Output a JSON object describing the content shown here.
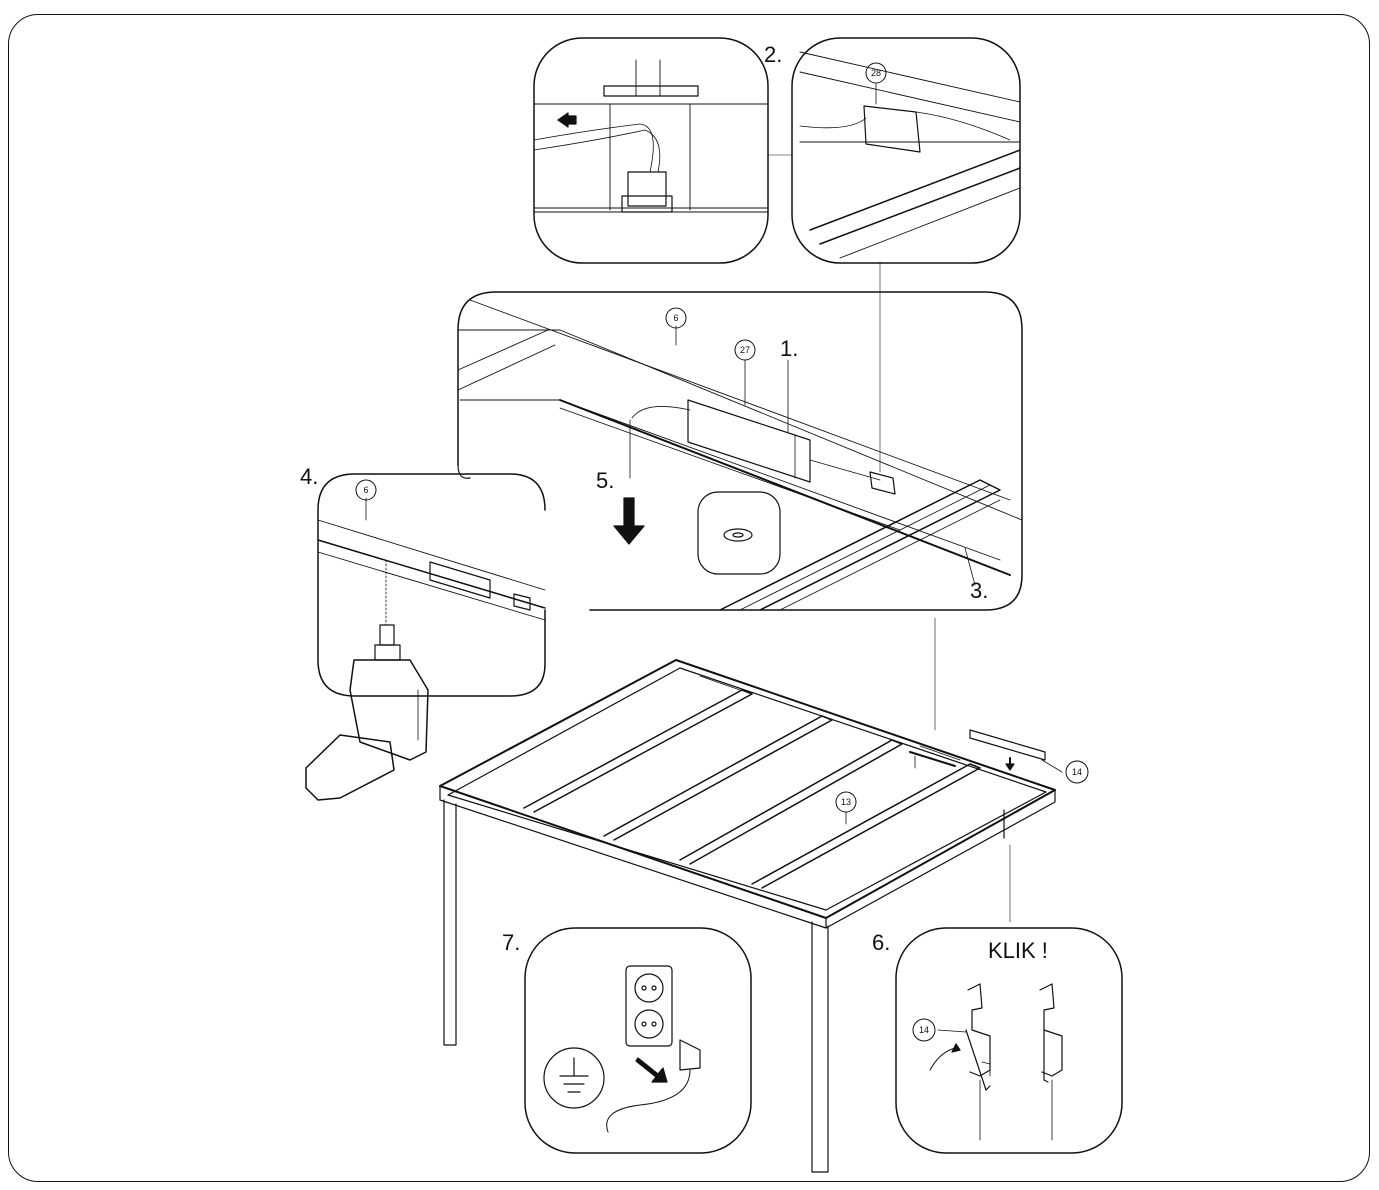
{
  "steps": {
    "s1": "1.",
    "s2": "2.",
    "s3": "3.",
    "s4": "4.",
    "s5": "5.",
    "s6": "6.",
    "s7": "7."
  },
  "callouts": {
    "c6_main": "6",
    "c27": "27",
    "c28": "28",
    "c6_drill": "6",
    "c14_roof": "14",
    "c13": "13",
    "c14_clip": "14"
  },
  "klik": "KLIK !",
  "colors": {
    "line": "#111111",
    "fill": "#ffffff",
    "shade": "#bdbdbd"
  },
  "icons": [
    "drill-icon",
    "power-socket-icon",
    "plug-icon",
    "ground-symbol-icon",
    "arrow-icon"
  ]
}
